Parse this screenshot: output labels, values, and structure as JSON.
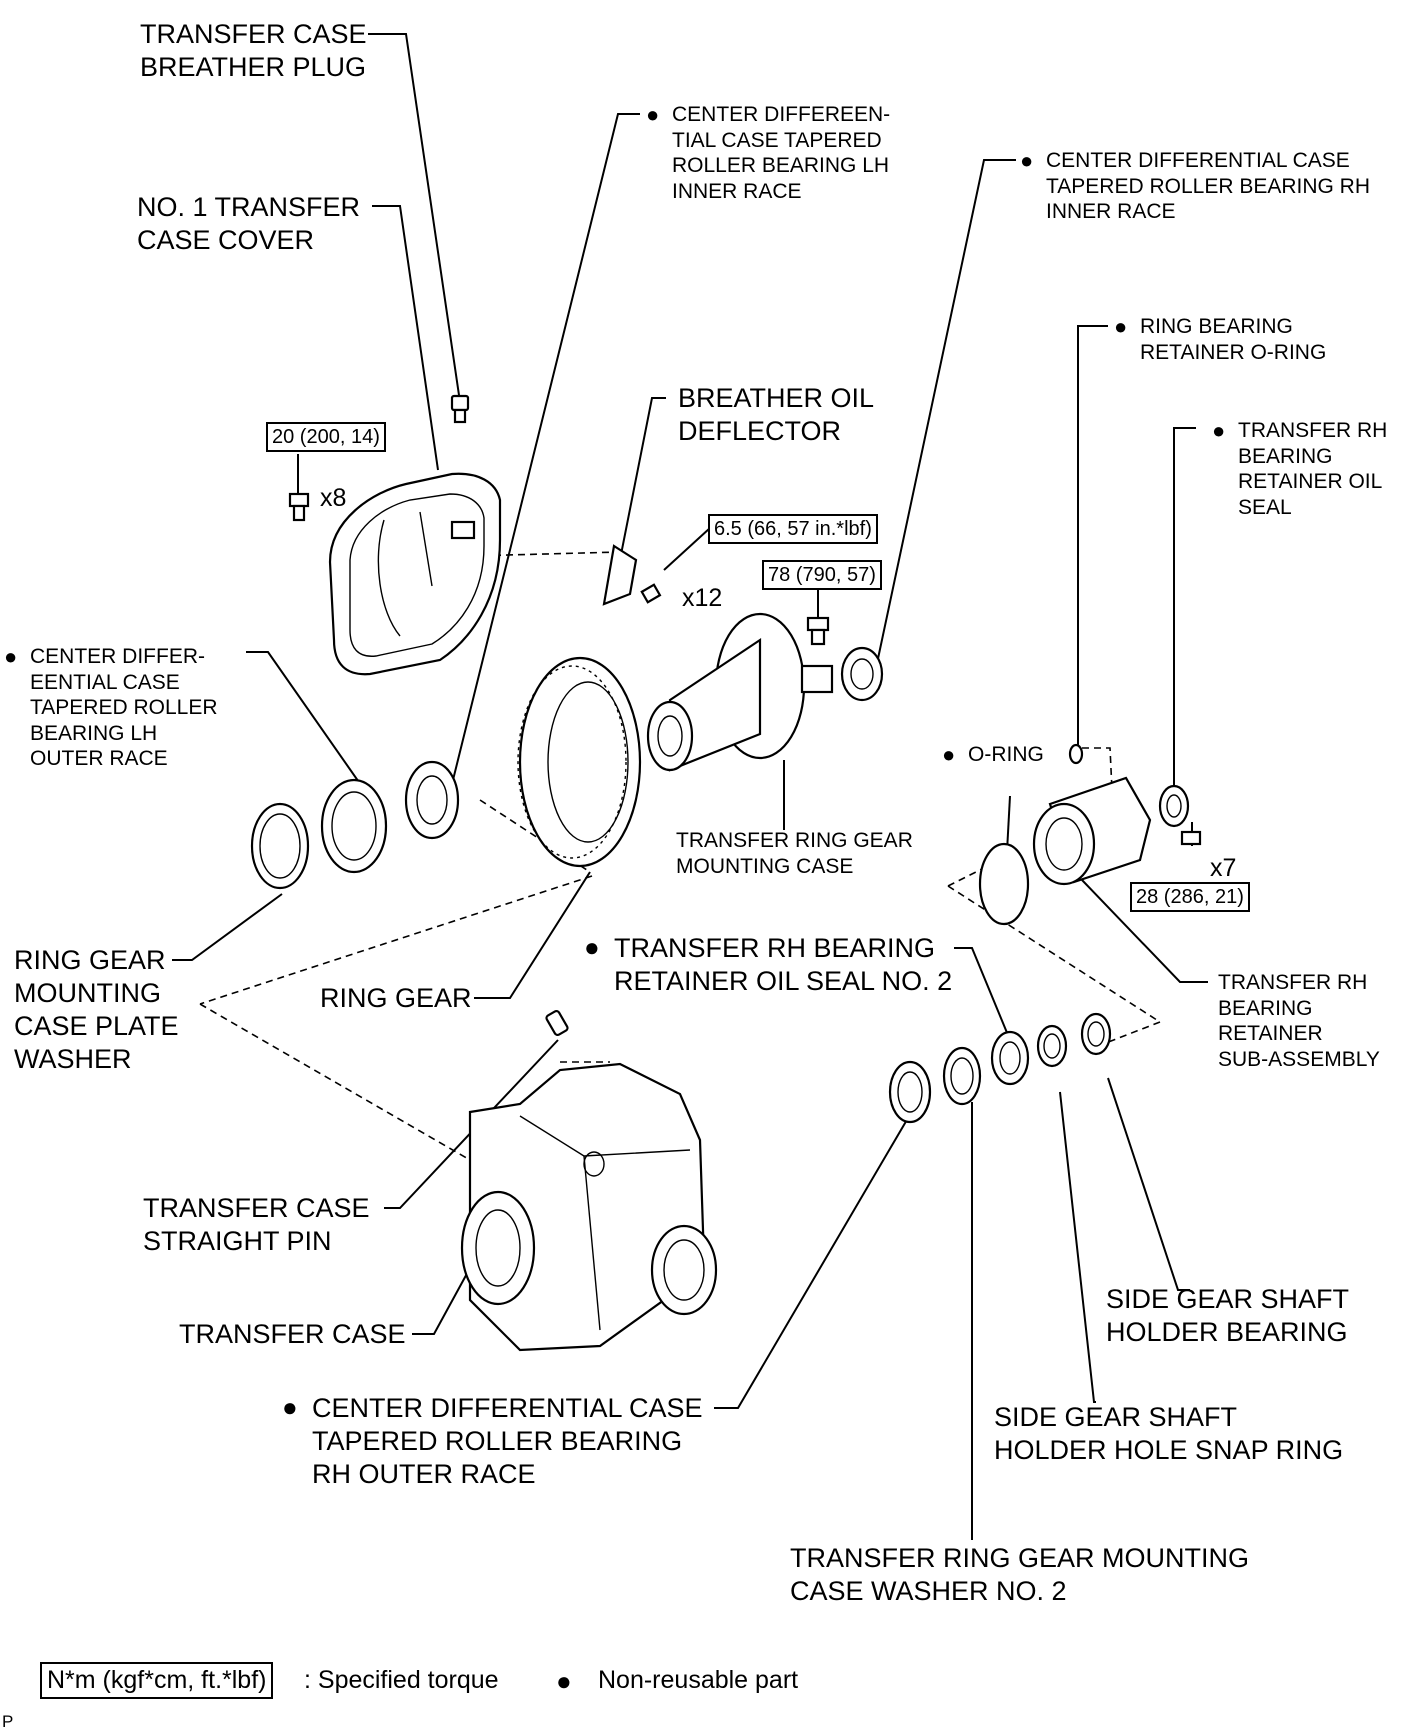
{
  "labels": {
    "breather_plug": "TRANSFER CASE\nBREATHER PLUG",
    "no1_cover": "NO. 1 TRANSFER\nCASE COVER",
    "lh_inner_race": "CENTER DIFFEREEN-\nTIAL CASE TAPERED\nROLLER BEARING LH\nINNER RACE",
    "rh_inner_race": "CENTER DIFFERENTIAL CASE\nTAPERED ROLLER BEARING RH\nINNER RACE",
    "ring_bearing_oring": "RING BEARING\nRETAINER O-RING",
    "breather_deflector": "BREATHER OIL\nDEFLECTOR",
    "rh_retainer_seal": "TRANSFER RH\nBEARING\nRETAINER OIL\nSEAL",
    "lh_outer_race": "CENTER DIFFER-\nEENTIAL CASE\nTAPERED ROLLER\nBEARING LH\nOUTER RACE",
    "o_ring": "O-RING",
    "ring_gear_mounting_case": "TRANSFER RING GEAR\nMOUNTING CASE",
    "plate_washer": "RING GEAR\nMOUNTING\nCASE PLATE\nWASHER",
    "ring_gear": "RING GEAR",
    "rh_seal_no2": "TRANSFER RH BEARING\nRETAINER OIL SEAL NO. 2",
    "rh_retainer_sub": "TRANSFER RH\nBEARING\nRETAINER\nSUB-ASSEMBLY",
    "straight_pin": "TRANSFER CASE\nSTRAIGHT PIN",
    "transfer_case": "TRANSFER CASE",
    "side_gear_bearing": "SIDE GEAR SHAFT\nHOLDER BEARING",
    "rh_outer_race": "CENTER DIFFERENTIAL CASE\nTAPERED ROLLER BEARING\nRH OUTER RACE",
    "snap_ring": "SIDE GEAR SHAFT\nHOLDER HOLE SNAP RING",
    "washer_no2": "TRANSFER RING GEAR MOUNTING\nCASE WASHER NO. 2"
  },
  "torques": {
    "cover_bolt": "20 (200, 14)",
    "deflector_bolt": "6.5 (66, 57 in.*lbf)",
    "mounting_case_bolt": "78 (790, 57)",
    "retainer_bolt": "28 (286, 21)"
  },
  "quantities": {
    "cover_bolt": "x8",
    "deflector_bolt": "x12",
    "retainer_bolt": "x7"
  },
  "legend": {
    "torque_box": "N*m (kgf*cm, ft.*lbf)",
    "torque_text": ": Specified torque",
    "nonreusable_text": "Non-reusable part"
  },
  "footer_code": "P"
}
